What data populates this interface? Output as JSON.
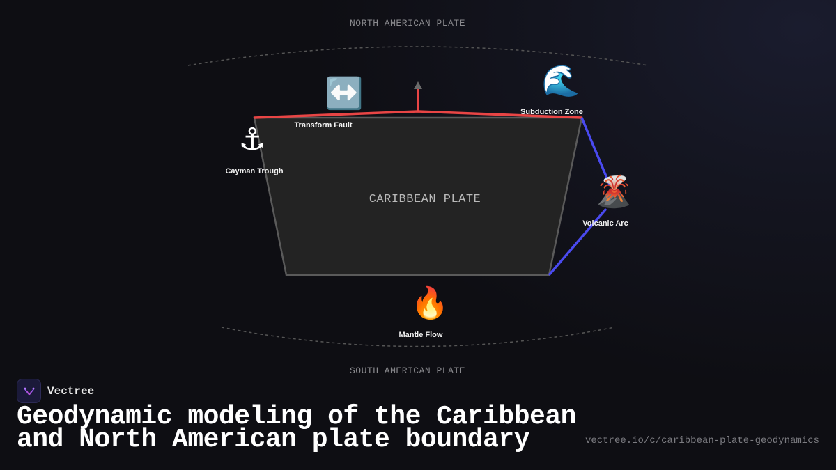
{
  "plates": {
    "north": "NORTH AMERICAN PLATE",
    "south": "SOUTH AMERICAN PLATE",
    "center": "CARIBBEAN PLATE"
  },
  "nodes": [
    {
      "id": "transform-fault",
      "label": "Transform Fault",
      "icon": "↔️",
      "icon_name": "left-right-arrow-icon"
    },
    {
      "id": "subduction-zone",
      "label": "Subduction Zone",
      "icon": "🌊",
      "icon_name": "wave-icon"
    },
    {
      "id": "cayman-trough",
      "label": "Cayman Trough",
      "icon": "⚓",
      "icon_name": "anchor-icon"
    },
    {
      "id": "volcanic-arc",
      "label": "Volcanic Arc",
      "icon": "🌋",
      "icon_name": "volcano-icon"
    },
    {
      "id": "mantle-flow",
      "label": "Mantle Flow",
      "icon": "🔥",
      "icon_name": "fire-icon"
    }
  ],
  "colors": {
    "transform_boundary": "#e84545",
    "subduction_boundary": "#4a4af0",
    "plate_outline": "#5a5a5a",
    "plate_fill": "#232323"
  },
  "brand": {
    "name": "Vectree"
  },
  "title": "Geodynamic modeling of the Caribbean and North American plate boundary",
  "url": "vectree.io/c/caribbean-plate-geodynamics"
}
